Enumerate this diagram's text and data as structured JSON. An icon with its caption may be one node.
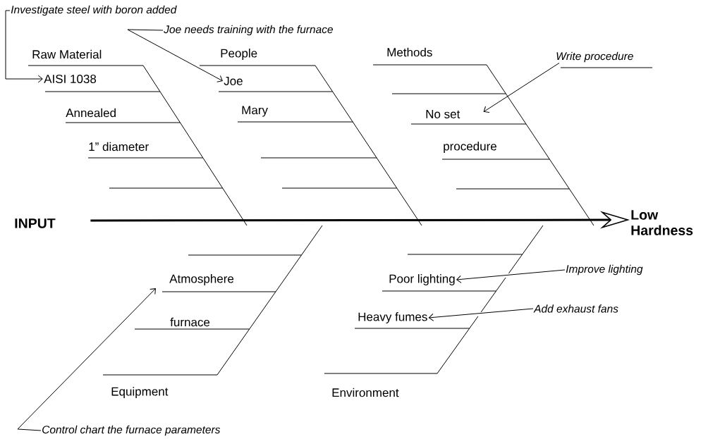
{
  "diagram": {
    "nodes": [
      {
        "text": [
          "INPUT"
        ]
      },
      {
        "text": [
          "Low Hardness"
        ]
      },
      {
        "text": [
          "Investigate steel with boron added"
        ]
      },
      {
        "text": [
          "AISI  1038"
        ]
      },
      {
        "text": [
          "Joe needs training with the furnace"
        ]
      },
      {
        "text": [
          "Joe"
        ]
      },
      {
        "text": [
          "Write procedure"
        ]
      },
      {
        "text": [
          "No  set"
        ]
      },
      {
        "text": [
          "Improve lighting"
        ]
      },
      {
        "text": [
          "Poor lighting"
        ]
      },
      {
        "text": [
          "Add exhaust fans"
        ]
      },
      {
        "text": [
          "Heavy fumes"
        ]
      },
      {
        "text": [
          "Control chart the furnace parameters"
        ]
      },
      {
        "text": [
          "Atmosphere"
        ]
      }
    ],
    "edges": [
      {
        "from": 0,
        "to": 1,
        "arrow": "to",
        "style": "thick"
      },
      {
        "from": 2,
        "to": 3,
        "arrow": "to"
      },
      {
        "from": 4,
        "to": 5,
        "arrow": "to"
      },
      {
        "from": 6,
        "to": 7,
        "arrow": "to"
      },
      {
        "from": 8,
        "to": 9,
        "arrow": "to"
      },
      {
        "from": 10,
        "to": 11,
        "arrow": "to"
      },
      {
        "from": 12,
        "to": 13,
        "arrow": "to"
      }
    ],
    "labels": [
      "Raw Material",
      "People",
      "Methods",
      "Annealed",
      "Mary",
      "1” diameter",
      "procedure",
      "furnace",
      "Equipment",
      "Environment"
    ]
  }
}
